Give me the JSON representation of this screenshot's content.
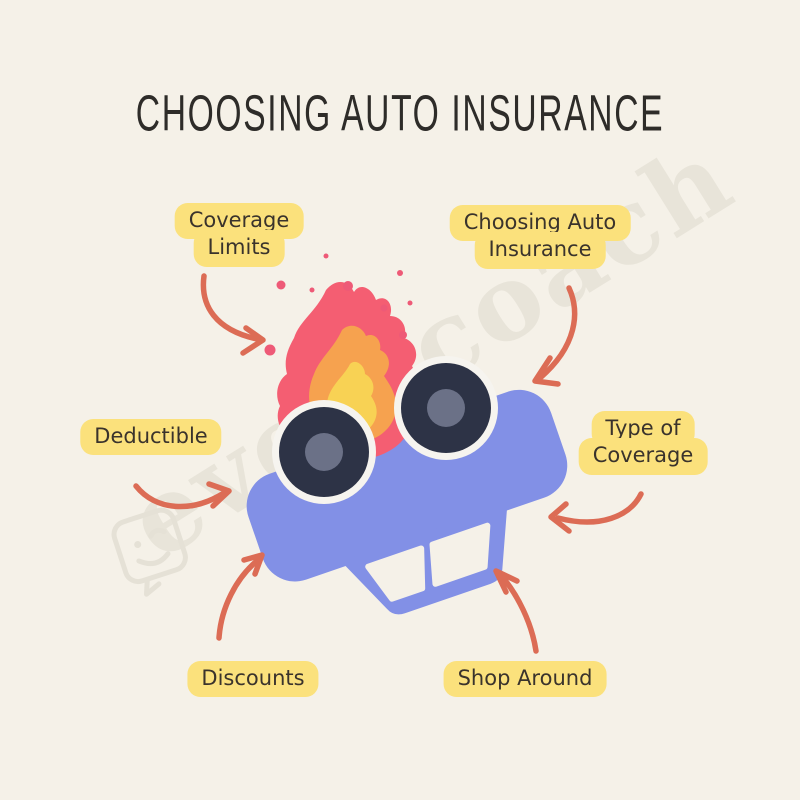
{
  "title": "CHOOSING AUTO INSURANCE",
  "watermark": {
    "text": "everycoach",
    "logo": "winking-chat-bubble"
  },
  "labels": [
    {
      "id": "coverage-limits",
      "lines": [
        "Coverage",
        "Limits"
      ]
    },
    {
      "id": "choosing-auto-insurance",
      "lines": [
        "Choosing Auto",
        "Insurance"
      ]
    },
    {
      "id": "deductible",
      "lines": [
        "Deductible"
      ]
    },
    {
      "id": "type-of-coverage",
      "lines": [
        "Type of",
        "Coverage"
      ]
    },
    {
      "id": "discounts",
      "lines": [
        "Discounts"
      ]
    },
    {
      "id": "shop-around",
      "lines": [
        "Shop Around"
      ]
    }
  ],
  "illustration": {
    "name": "upside-down-burning-car",
    "elements": [
      "car-body",
      "roof-windows",
      "two-wheels",
      "flame",
      "spark-dots"
    ]
  },
  "arrows": [
    "coverage-limits-to-car",
    "choosing-auto-insurance-to-car",
    "deductible-to-car",
    "type-of-coverage-to-car",
    "discounts-to-car",
    "shop-around-to-car"
  ],
  "colors": {
    "background": "#f5f1e8",
    "label_bg": "#fbe17c",
    "label_text": "#3a332c",
    "title_text": "#2e2c29",
    "arrow": "#dc6c55",
    "car_body": "#8290e6",
    "tire": "#2d3346",
    "hub": "#6b7187",
    "wheel_ring": "#f6f4ef",
    "flame_outer": "#f45e72",
    "flame_mid": "#f6a24f",
    "flame_inner": "#f8d254",
    "spark_dots": "#ee5a77",
    "watermark": "#e8e4d9"
  }
}
